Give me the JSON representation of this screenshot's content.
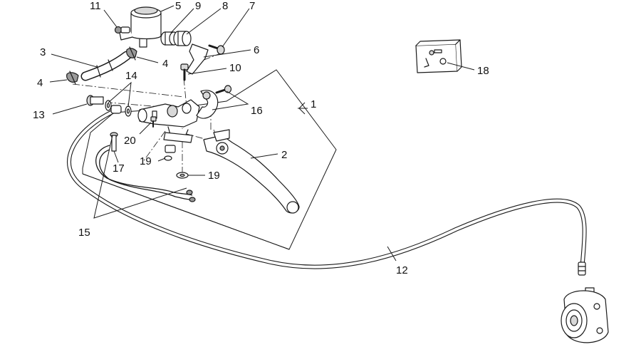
{
  "callouts": [
    {
      "id": "1",
      "label": "1"
    },
    {
      "id": "2",
      "label": "2"
    },
    {
      "id": "3",
      "label": "3"
    },
    {
      "id": "4a",
      "label": "4"
    },
    {
      "id": "4b",
      "label": "4"
    },
    {
      "id": "5",
      "label": "5"
    },
    {
      "id": "6",
      "label": "6"
    },
    {
      "id": "7",
      "label": "7"
    },
    {
      "id": "8",
      "label": "8"
    },
    {
      "id": "9",
      "label": "9"
    },
    {
      "id": "10",
      "label": "10"
    },
    {
      "id": "11",
      "label": "11"
    },
    {
      "id": "12",
      "label": "12"
    },
    {
      "id": "13",
      "label": "13"
    },
    {
      "id": "14",
      "label": "14"
    },
    {
      "id": "15",
      "label": "15"
    },
    {
      "id": "16",
      "label": "16"
    },
    {
      "id": "17",
      "label": "17"
    },
    {
      "id": "18",
      "label": "18"
    },
    {
      "id": "19a",
      "label": "19"
    },
    {
      "id": "19b",
      "label": "19"
    },
    {
      "id": "20",
      "label": "20"
    }
  ],
  "colors": {
    "line": "#1a1a1a",
    "background": "#ffffff",
    "shade": "#d8d8d8"
  }
}
